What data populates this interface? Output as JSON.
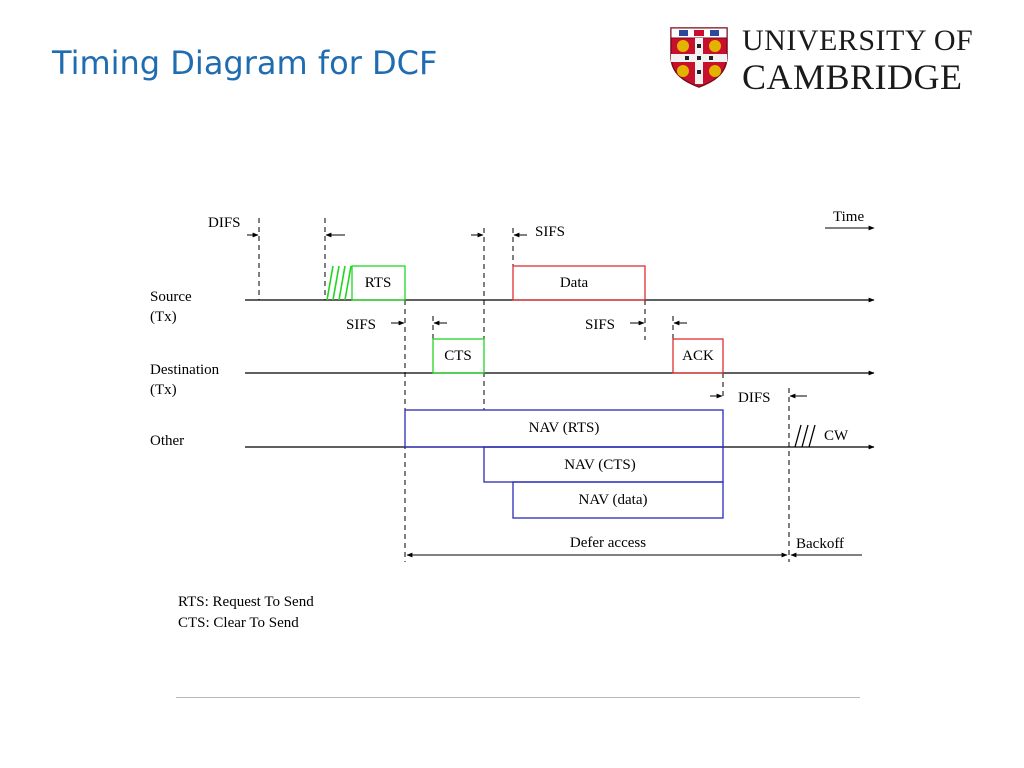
{
  "slide": {
    "title": "Timing Diagram for DCF"
  },
  "logo": {
    "line1": "UNIVERSITY OF",
    "line2": "CAMBRIDGE"
  },
  "diagram": {
    "time_label": "Time",
    "rows": {
      "source": [
        "Source",
        "(Tx)"
      ],
      "destination": [
        "Destination",
        "(Tx)"
      ],
      "other": "Other"
    },
    "frames": {
      "rts": "RTS",
      "data": "Data",
      "cts": "CTS",
      "ack": "ACK",
      "nav_rts": "NAV (RTS)",
      "nav_cts": "NAV (CTS)",
      "nav_data": "NAV (data)"
    },
    "intervals": {
      "difs_top": "DIFS",
      "sifs_top": "SIFS",
      "sifs_cts": "SIFS",
      "sifs_ack": "SIFS",
      "difs_other": "DIFS",
      "cw": "CW",
      "defer_access": "Defer access",
      "backoff": "Backoff"
    },
    "colors": {
      "control": "#22d622",
      "data": "#e03030",
      "nav": "#2a2ab8",
      "line": "#000000"
    }
  },
  "legend": [
    "RTS: Request To Send",
    "CTS: Clear To Send"
  ]
}
